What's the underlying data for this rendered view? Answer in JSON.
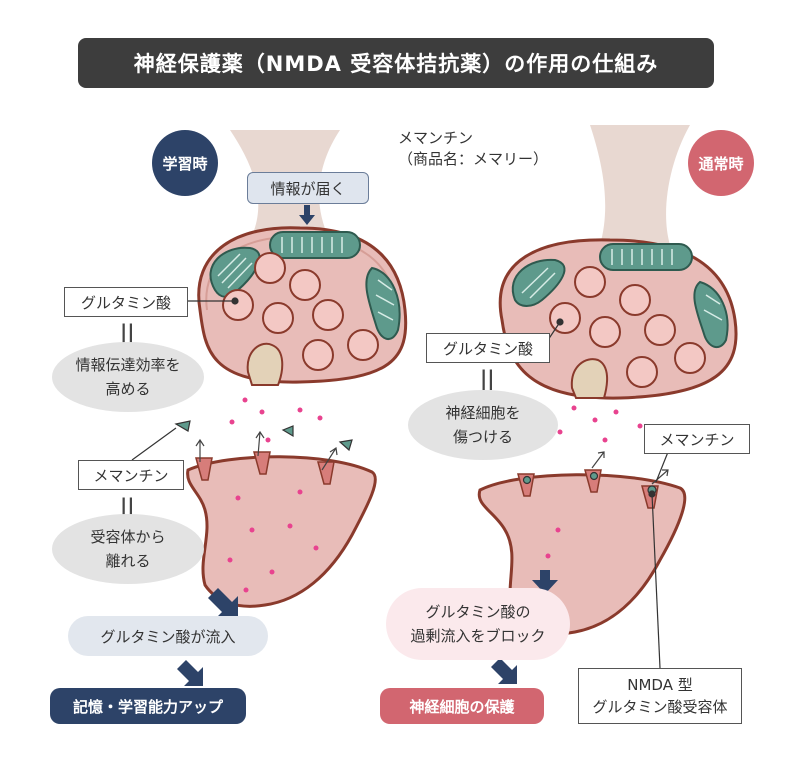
{
  "title": "神経保護薬（NMDA 受容体拮抗薬）の作用の仕組み",
  "left": {
    "badge": "学習時",
    "signal_box": "情報が届く",
    "glutamate_box": "グルタミン酸",
    "glutamate_effect": [
      "情報伝達効率を",
      "高める"
    ],
    "memantine_box": "メマンチン",
    "memantine_effect": [
      "受容体から",
      "離れる"
    ],
    "flow_pill": "グルタミン酸が流入",
    "result": "記憶・学習能力アップ"
  },
  "center_label": [
    "メマンチン",
    "（商品名：メマリー）"
  ],
  "right": {
    "badge": "通常時",
    "glutamate_box": "グルタミン酸",
    "glutamate_effect": [
      "神経細胞を",
      "傷つける"
    ],
    "memantine_box": "メマンチン",
    "block_pill": [
      "グルタミン酸の",
      "過剰流入をブロック"
    ],
    "receptor_box": [
      "NMDA 型",
      "グルタミン酸受容体"
    ],
    "result": "神経細胞の保護"
  },
  "colors": {
    "title_bg": "#3d3d3d",
    "left_accent": "#2d4368",
    "right_accent": "#d26670",
    "cell_fill": "#e8bcb8",
    "cell_outline": "#8a3a2c",
    "glutamate": "#e8438f",
    "mitochondria": "#5e9a8c",
    "ellipse_gray": "#e3e3e3",
    "flow_pill_bg": "#e2e7ee",
    "block_pill_bg": "#fbe9ec"
  },
  "icons": [
    "down-arrow-icon",
    "mitochondrion-icon",
    "vesicle-icon",
    "receptor-icon",
    "memantine-molecule-icon"
  ]
}
